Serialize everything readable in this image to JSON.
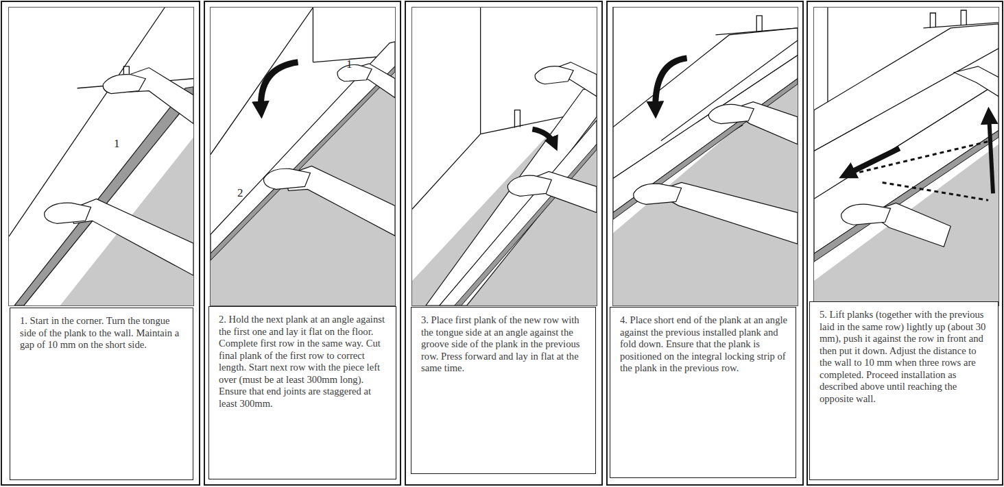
{
  "diagram": {
    "nodes": [
      {
        "text": [
          "1. Start in the corner. Turn the tongue side of the plank to the wall. Maintain a gap of 10 mm on the short side."
        ]
      },
      {
        "text": [
          "2. Hold the next plank at an angle against the first one and lay it flat on the floor. Complete first row in the same way. Cut final plank of the first row to correct length. Start next row with the piece left over (must be at least 300mm long). Ensure that end joints are staggered at least 300mm."
        ]
      },
      {
        "text": [
          "3. Place first plank of the new row with the tongue side at an angle against the groove side of the plank in the previous row. Press forward and lay in flat at the same time."
        ]
      },
      {
        "text": [
          "4. Place short end of the plank at an angle against the previous installed plank and fold down. Ensure that the plank is positioned on the integral locking strip of the plank in the previous row."
        ]
      },
      {
        "text": [
          "5. Lift planks (together with the previous laid in the same row) lightly up (about 30 mm), push it against the row in front and then put it down. Adjust the distance to the wall to 10 mm when three rows are completed. Proceed installation as described above until reaching the opposite wall."
        ]
      }
    ],
    "labels": [
      "1",
      "1",
      "2"
    ]
  }
}
